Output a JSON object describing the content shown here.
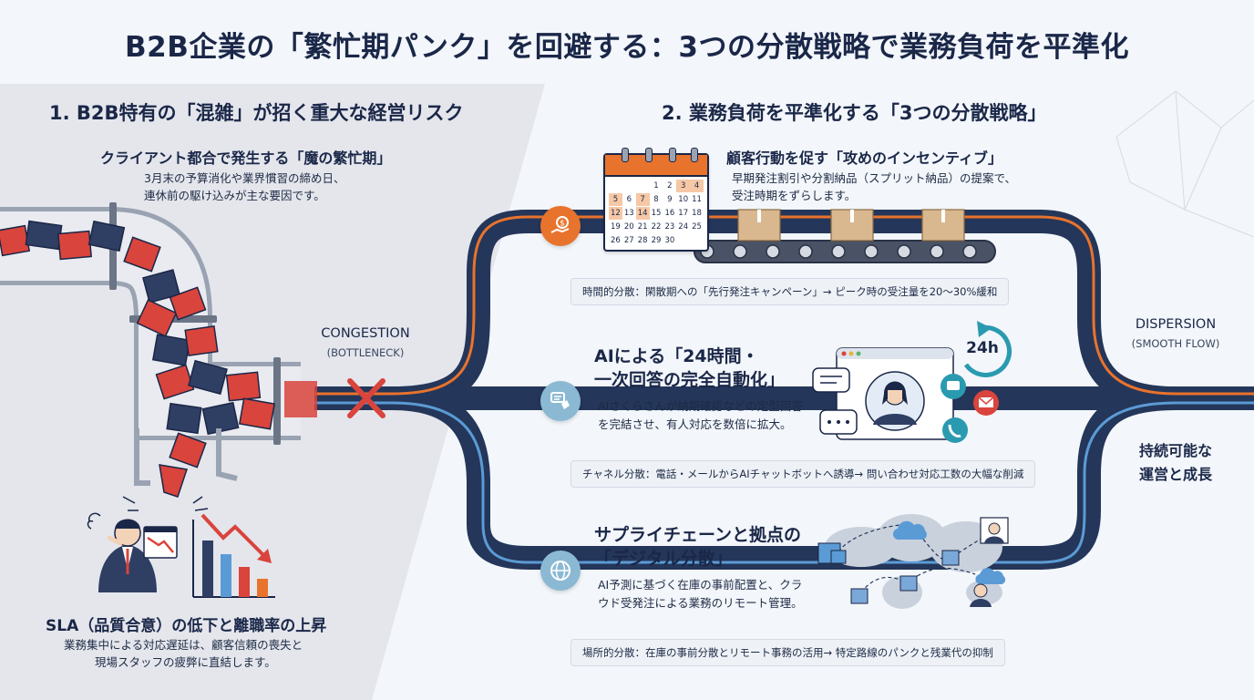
{
  "title": "B2B企業の「繁忙期パンク」を回避する：3つの分散戦略で業務負荷を平準化",
  "section1": {
    "title": "1. B2B特有の「混雑」が招く重大な経営リスク",
    "cause": {
      "heading": "クライアント都合で発生する「魔の繁忙期」",
      "text_line1": "3月末の予算消化や業界慣習の締め日、",
      "text_line2": "連休前の駆け込みが主な要因です。"
    },
    "risk": {
      "heading": "SLA（品質合意）の低下と離職率の上昇",
      "text_line1": "業務集中による対応遅延は、顧客信頼の喪失と",
      "text_line2": "現場スタッフの疲弊に直結します。"
    },
    "congestion": {
      "label": "CONGESTION",
      "sub": "(BOTTLENECK)"
    }
  },
  "section2": {
    "title": "2. 業務負荷を平準化する「3つの分散戦略」",
    "strategies": [
      {
        "heading": "顧客行動を促す「攻めのインセンティブ」",
        "text_line1": "早期発注割引や分割納品（スプリット納品）の提案で、",
        "text_line2": "受注時期をずらします。",
        "callout": "時間的分散：閑散期への「先行発注キャンペーン」→ ピーク時の受注量を20〜30%緩和",
        "icon": "coin-hand-icon"
      },
      {
        "heading_line1": "AIによる「24時間・",
        "heading_line2": "一次回答の完全自動化」",
        "text_line1": "AIさくらさんが納期確認などの定型回答",
        "text_line2": "を完結させ、有人対応を数倍に拡大。",
        "callout": "チャネル分散：電話・メールからAIチャットボットへ誘導→ 問い合わせ対応工数の大幅な削減",
        "icon": "chat-icon",
        "badge": "24h"
      },
      {
        "heading_line1": "サプライチェーンと拠点の",
        "heading_line2": "「デジタル分散」",
        "text_line1": "AI予測に基づく在庫の事前配置と、クラ",
        "text_line2": "ウド受発注による業務のリモート管理。",
        "callout": "場所的分散：在庫の事前分散とリモート事務の活用→ 特定路線のパンクと残業代の抑制",
        "icon": "globe-icon"
      }
    ],
    "calendar": {
      "rows": [
        [
          "",
          "",
          "",
          "1",
          "2",
          "3",
          "4"
        ],
        [
          "5",
          "6",
          "7",
          "8",
          "9",
          "10",
          "11"
        ],
        [
          "12",
          "13",
          "14",
          "15",
          "16",
          "17",
          "18"
        ],
        [
          "19",
          "20",
          "21",
          "22",
          "23",
          "24",
          "25"
        ],
        [
          "26",
          "27",
          "28",
          "29",
          "30",
          "",
          ""
        ]
      ]
    },
    "dispersion": {
      "label": "DISPERSION",
      "sub": "(SMOOTH FLOW)"
    },
    "outcome_line1": "持続可能な",
    "outcome_line2": "運営と成長"
  },
  "colors": {
    "navy": "#243659",
    "orange": "#e8732d",
    "blue": "#5b9bd5",
    "red": "#d9443c"
  }
}
